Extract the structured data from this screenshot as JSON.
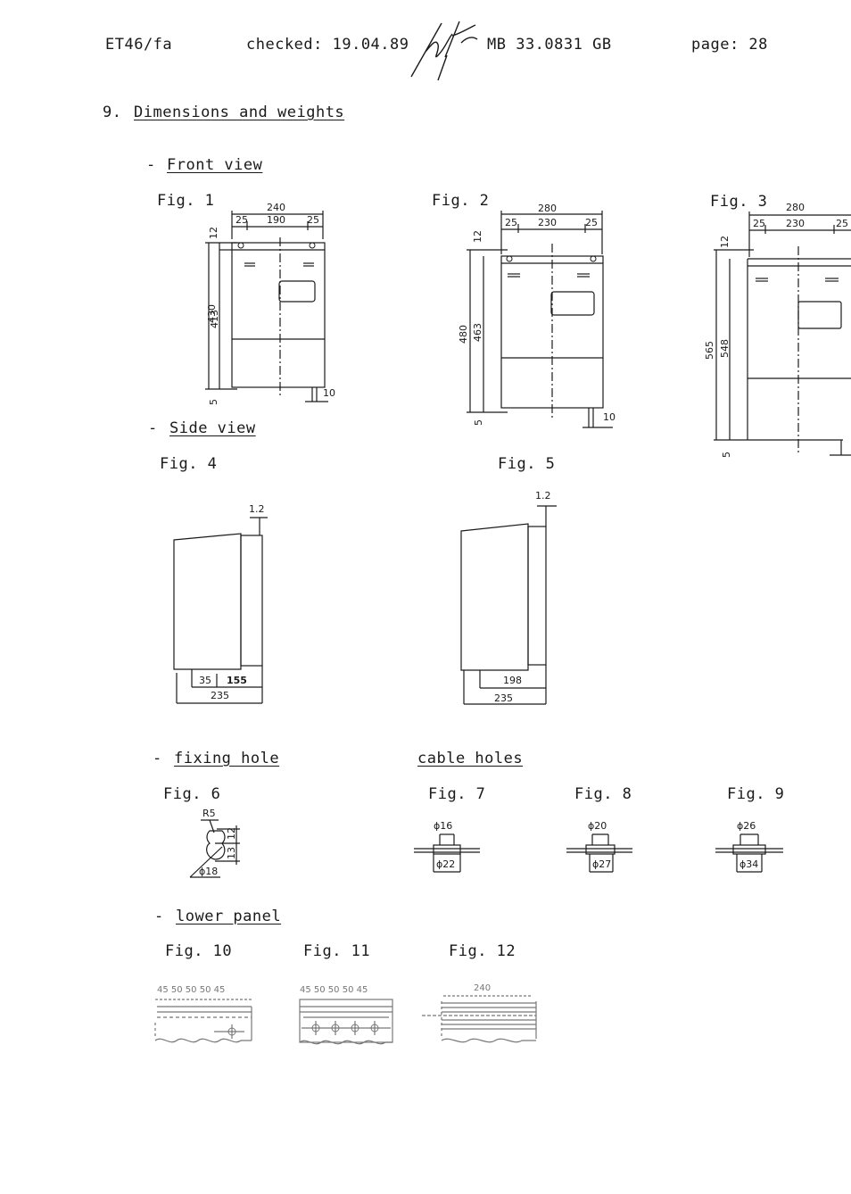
{
  "header": {
    "doc_code": "ET46/fa",
    "checked": "checked: 19.04.89",
    "reference": "MB 33.0831 GB",
    "page": "page: 28"
  },
  "section": {
    "number": "9.",
    "title": "Dimensions and weights"
  },
  "subsections": {
    "front_view": "Front view",
    "side_view": "Side view",
    "fixing_hole": "fixing hole",
    "cable_holes": "cable holes",
    "lower_panel": "lower panel",
    "dash": "-"
  },
  "figure_labels": {
    "f1": "Fig. 1",
    "f2": "Fig. 2",
    "f3": "Fig. 3",
    "f4": "Fig. 4",
    "f5": "Fig. 5",
    "f6": "Fig. 6",
    "f7": "Fig. 7",
    "f8": "Fig. 8",
    "f9": "Fig. 9",
    "f10": "Fig. 10",
    "f11": "Fig. 11",
    "f12": "Fig. 12"
  },
  "dimensions": {
    "fig1": {
      "width": "240",
      "left": "25",
      "middle": "190",
      "right": "25",
      "top": "12",
      "height": "430",
      "inner": "413",
      "bottom": "5",
      "foot": "10"
    },
    "fig2": {
      "width": "280",
      "left": "25",
      "middle": "230",
      "right": "25",
      "top": "12",
      "height": "480",
      "inner": "463",
      "bottom": "5",
      "foot": "10"
    },
    "fig3": {
      "width": "280",
      "left": "25",
      "middle": "230",
      "right": "25",
      "top": "12",
      "height": "565",
      "inner": "548",
      "bottom": "5"
    },
    "fig4": {
      "offset": "1.2",
      "a": "35",
      "b": "155",
      "depth": "235"
    },
    "fig5": {
      "offset": "1.2",
      "a": "198",
      "depth": "235"
    },
    "fig6": {
      "radius": "R5",
      "top": "12",
      "bottom": "13",
      "diameter": "ϕ18"
    },
    "fig7": {
      "inner": "ϕ16",
      "outer": "ϕ22"
    },
    "fig8": {
      "inner": "ϕ20",
      "outer": "ϕ27"
    },
    "fig9": {
      "inner": "ϕ26",
      "outer": "ϕ34"
    },
    "fig10": {
      "spacing": "45 50 50 50 45"
    },
    "fig11": {
      "spacing": "45 50 50 50 45"
    },
    "fig12": {
      "width": "240"
    }
  }
}
